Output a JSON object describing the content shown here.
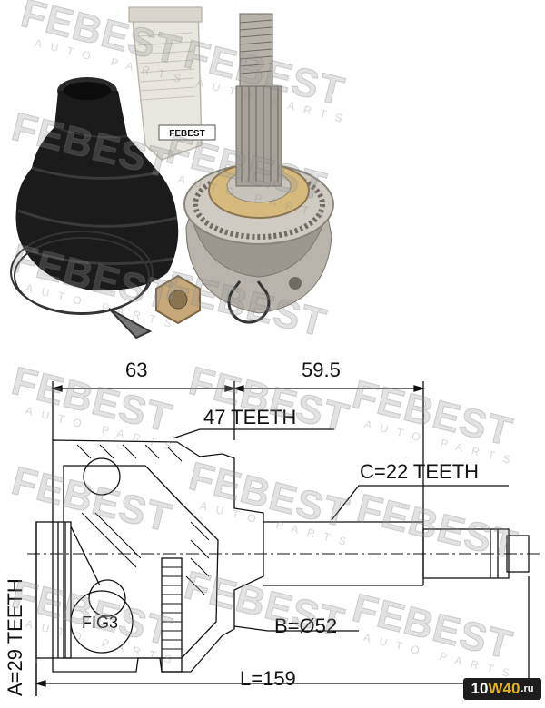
{
  "watermark": {
    "brand": "FEBEST",
    "sub": "AUTO PARTS"
  },
  "photo": {
    "tube_label": "FEBEST"
  },
  "drawing": {
    "dim_left": "63",
    "dim_right": "59.5",
    "teeth_abs": "47 TEETH",
    "teeth_shaft": "C=22 TEETH",
    "teeth_inner": "A=29 TEETH",
    "diameter": "B=Ø52",
    "length": "L=159",
    "fig": "FIG3"
  },
  "site_badge": {
    "part1": "10",
    "part2": "W40",
    "part3": ".ru"
  },
  "colors": {
    "line": "#111111",
    "boot": "#1b1b1b",
    "metal": "#b9b4ab",
    "badge_accent": "#e4b21c"
  }
}
